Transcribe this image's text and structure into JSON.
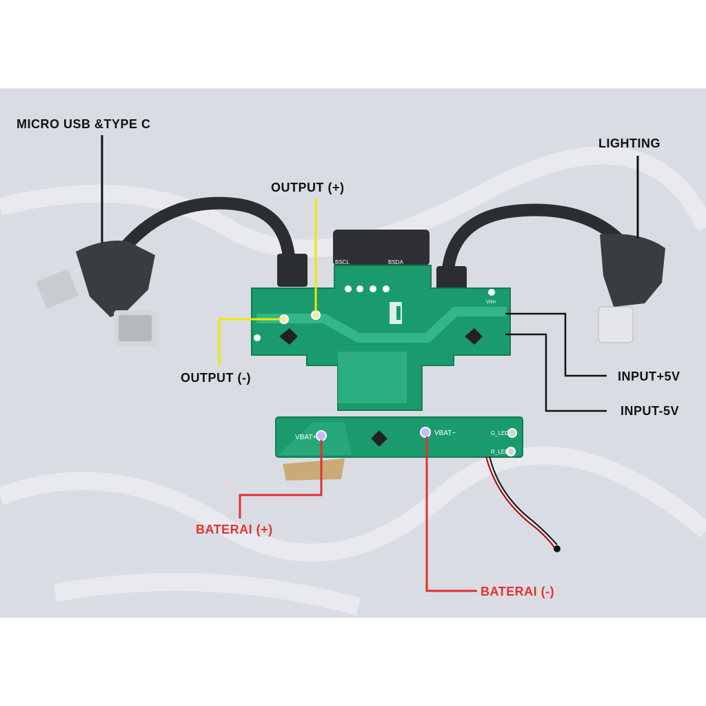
{
  "colors": {
    "page_background": "#ffffff",
    "photo_background": "#d9dde3",
    "pcb": "#1a9b6e",
    "pcb_trace": "#33b688",
    "pcb_silk": "#ffffff",
    "cable": "#2b2e31",
    "connector_metal": "#c8ccd0",
    "label_black": "#111111",
    "label_red": "#e53030",
    "line_yellow": "#f2e600",
    "line_red": "#e03030",
    "line_black": "#111111"
  },
  "labels": {
    "micro_usb_type_c": "MICRO USB &TYPE C",
    "lighting": "LIGHTING",
    "output_pos": "OUTPUT (+)",
    "output_neg": "OUTPUT (-)",
    "input_pos": "INPUT+5V",
    "input_neg": "INPUT-5V",
    "baterai_pos": "BATERAI (+)",
    "baterai_neg": "BATERAI (-)"
  },
  "silkscreen": {
    "bscl": "BSCL",
    "bsda": "BSDA",
    "vbat_pos": "VBAT+",
    "vbat_neg": "VBAT−",
    "g_led": "G_LED",
    "r_led": "R_LED",
    "vin_pos": "VIN+"
  }
}
